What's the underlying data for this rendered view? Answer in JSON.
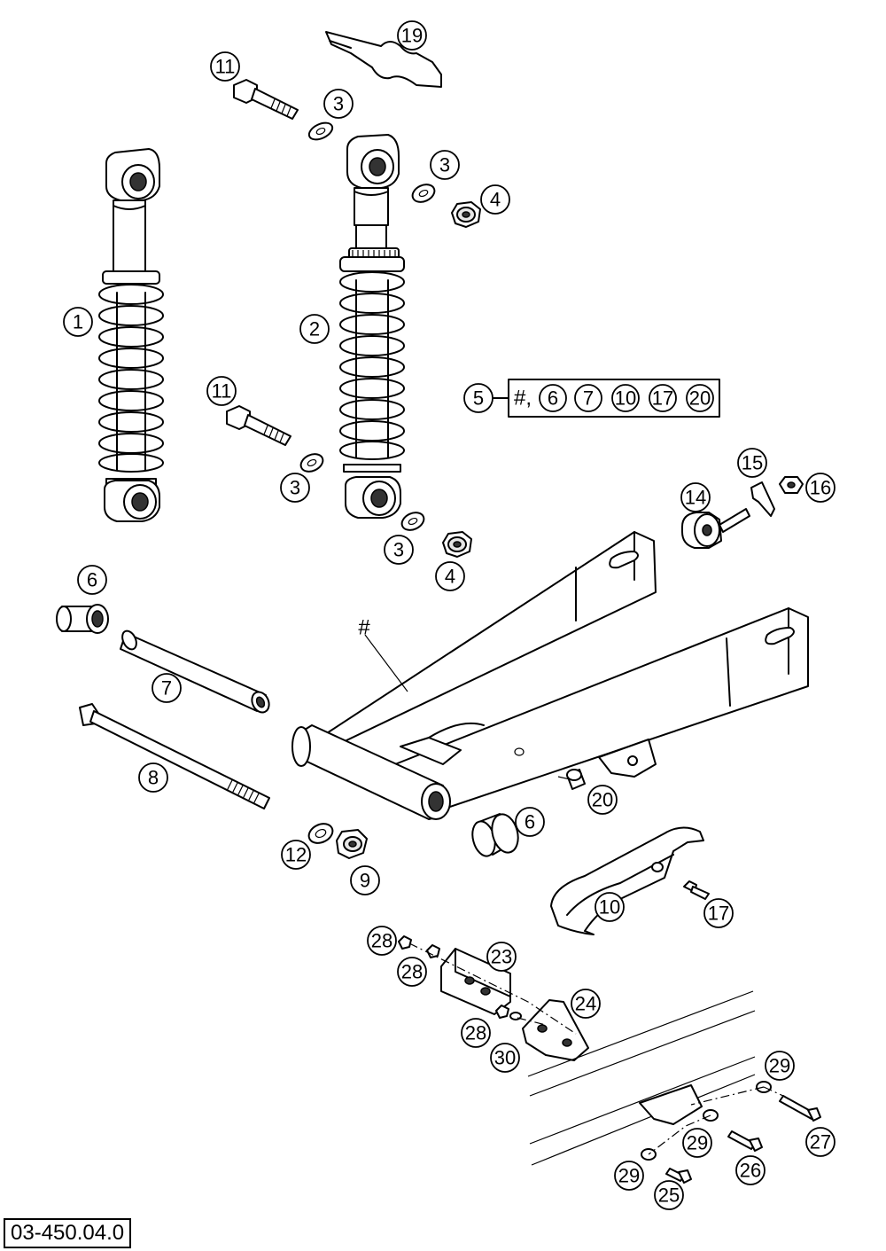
{
  "drawing_number": "03-450.04.0",
  "callouts": [
    "1",
    "2",
    "3",
    "4",
    "5",
    "6",
    "7",
    "8",
    "9",
    "10",
    "11",
    "12",
    "14",
    "15",
    "16",
    "17",
    "19",
    "20",
    "23",
    "24",
    "25",
    "26",
    "27",
    "28",
    "29",
    "30"
  ],
  "kit": {
    "label": "5",
    "hash": "#,",
    "items": [
      "6",
      "7",
      "10",
      "17",
      "20"
    ]
  },
  "frame_mark": "#"
}
